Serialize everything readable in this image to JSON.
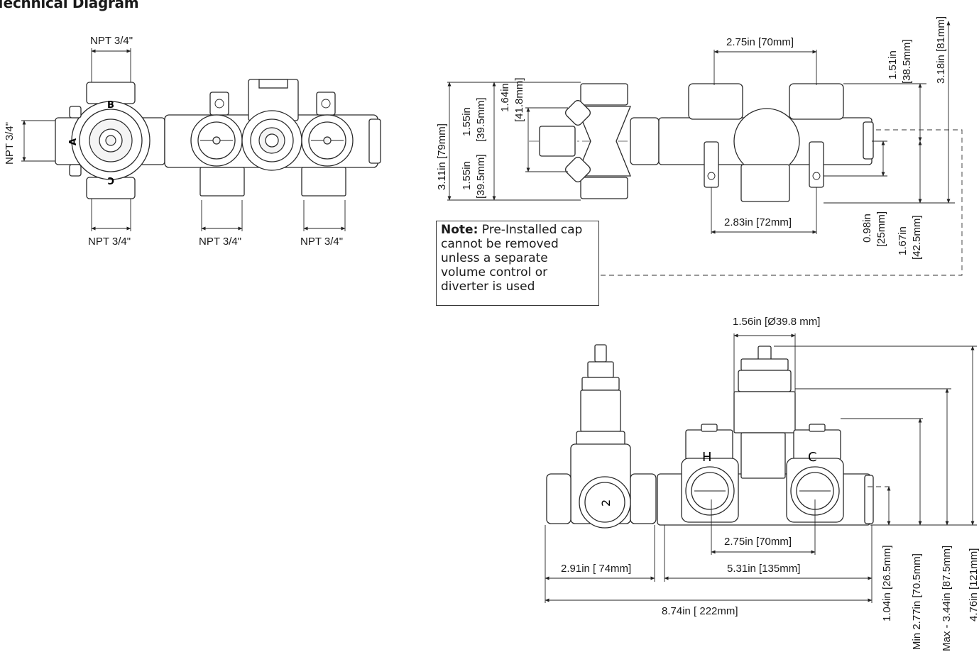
{
  "title": "Technical Diagram",
  "left_view": {
    "npt_top": "NPT 3/4\"",
    "npt_left": "NPT 3/4\"",
    "npt_bottom_1": "NPT 3/4\"",
    "npt_bottom_2": "NPT 3/4\"",
    "npt_bottom_3": "NPT 3/4\"",
    "port_a": "A",
    "port_b": "B",
    "port_c": "C"
  },
  "top_view": {
    "dim_top_spacing": "2.75in [70mm]",
    "dim_bottom_spacing": "2.83in [72mm]",
    "dim_total_height": "3.11in [79mm]",
    "dim_upper_half_in": "1.55in",
    "dim_upper_half_mm": "[39.5mm]",
    "dim_lower_half_in": "1.55in",
    "dim_lower_half_mm": "[39.5mm]",
    "dim_port_in": "1.64in",
    "dim_port_mm": "[41.8mm]",
    "dim_right_upper_in": "1.51in",
    "dim_right_upper_mm": "[38.5mm]",
    "dim_right_total": "3.18in [81mm]",
    "dim_right_lower_in": "0.98in",
    "dim_right_lower_mm": "[25mm]",
    "dim_right_mid_in": "1.67in",
    "dim_right_mid_mm": "[42.5mm]"
  },
  "note": {
    "label": "Note:",
    "text": "Pre-Installed cap cannot be removed unless a separate volume control or diverter is used"
  },
  "front_view": {
    "dim_cap_diameter": "1.56in [Ø39.8  mm]",
    "dim_inner_spacing": "2.75in [70mm]",
    "dim_left_width": "2.91in [ 74mm]",
    "dim_body_width": "5.31in [135mm]",
    "dim_total_width": "8.74in [ 222mm]",
    "dim_h1": "1.04in [26.5mm]",
    "dim_h2": "Min 2.77in [70.5mm]",
    "dim_h3": "Max - 3.44in [87.5mm]",
    "dim_h4": "4.76in [121mm]",
    "label_hot": "H",
    "label_cold": "C"
  }
}
